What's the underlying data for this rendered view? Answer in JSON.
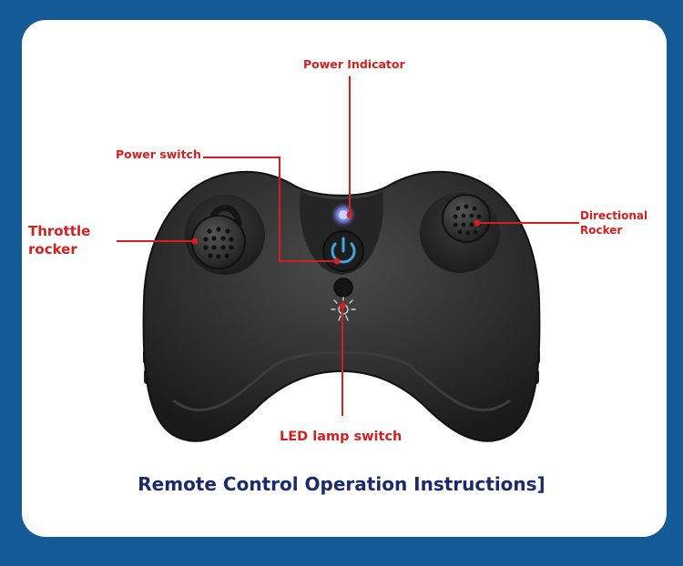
{
  "labels": {
    "power_indicator": "Power Indicator",
    "power_switch": "Power switch",
    "throttle_line1": "Throttle",
    "throttle_line2": "rocker",
    "directional_line1": "Directional",
    "directional_line2": "Rocker",
    "led_switch": "LED lamp switch"
  },
  "title": "Remote Control Operation Instructions]",
  "colors": {
    "background": "#145a96",
    "card": "#ffffff",
    "label_red": "#d41f1f",
    "title_navy": "#1a2a6c",
    "controller_body": "#2b2b2b"
  },
  "icons": [
    "power-icon",
    "led-lamp-icon"
  ]
}
